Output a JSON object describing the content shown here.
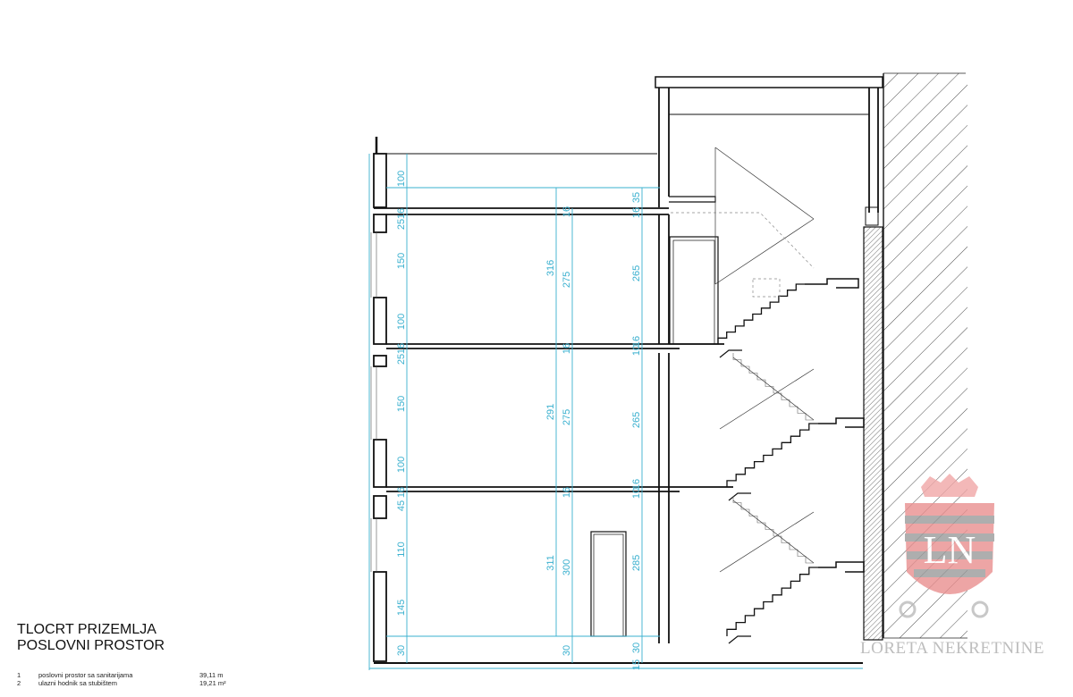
{
  "title": {
    "line1": "TLOCRT PRIZEMLJA",
    "line2": "POSLOVNI PROSTOR"
  },
  "rooms": [
    {
      "number": "1",
      "name": "poslovni prostor sa sanitarijama",
      "area": "39,11 m"
    },
    {
      "number": "2",
      "name": "ulazni hodnik sa stubištem",
      "area": "19,21 m²"
    }
  ],
  "dimensions": {
    "left_chain": [
      "100",
      "25",
      "16",
      "150",
      "100",
      "25",
      "16",
      "150",
      "100",
      "45",
      "16",
      "110",
      "145",
      "30"
    ],
    "total_heights": [
      "316",
      "291",
      "311"
    ],
    "clear_heights": [
      "16",
      "275",
      "16",
      "275",
      "16",
      "300",
      "30"
    ],
    "inner_chain": [
      "35",
      "16",
      "265",
      "16",
      "10",
      "265",
      "16",
      "10",
      "285",
      "30",
      "15"
    ]
  },
  "watermark": {
    "text": "LORETA NEKRETNINE",
    "monogram": "LN"
  },
  "colors": {
    "line": "#111111",
    "dimension": "#3ab0cf",
    "watermark_red": "#e98f8f",
    "watermark_grey": "#9a9a9a"
  }
}
